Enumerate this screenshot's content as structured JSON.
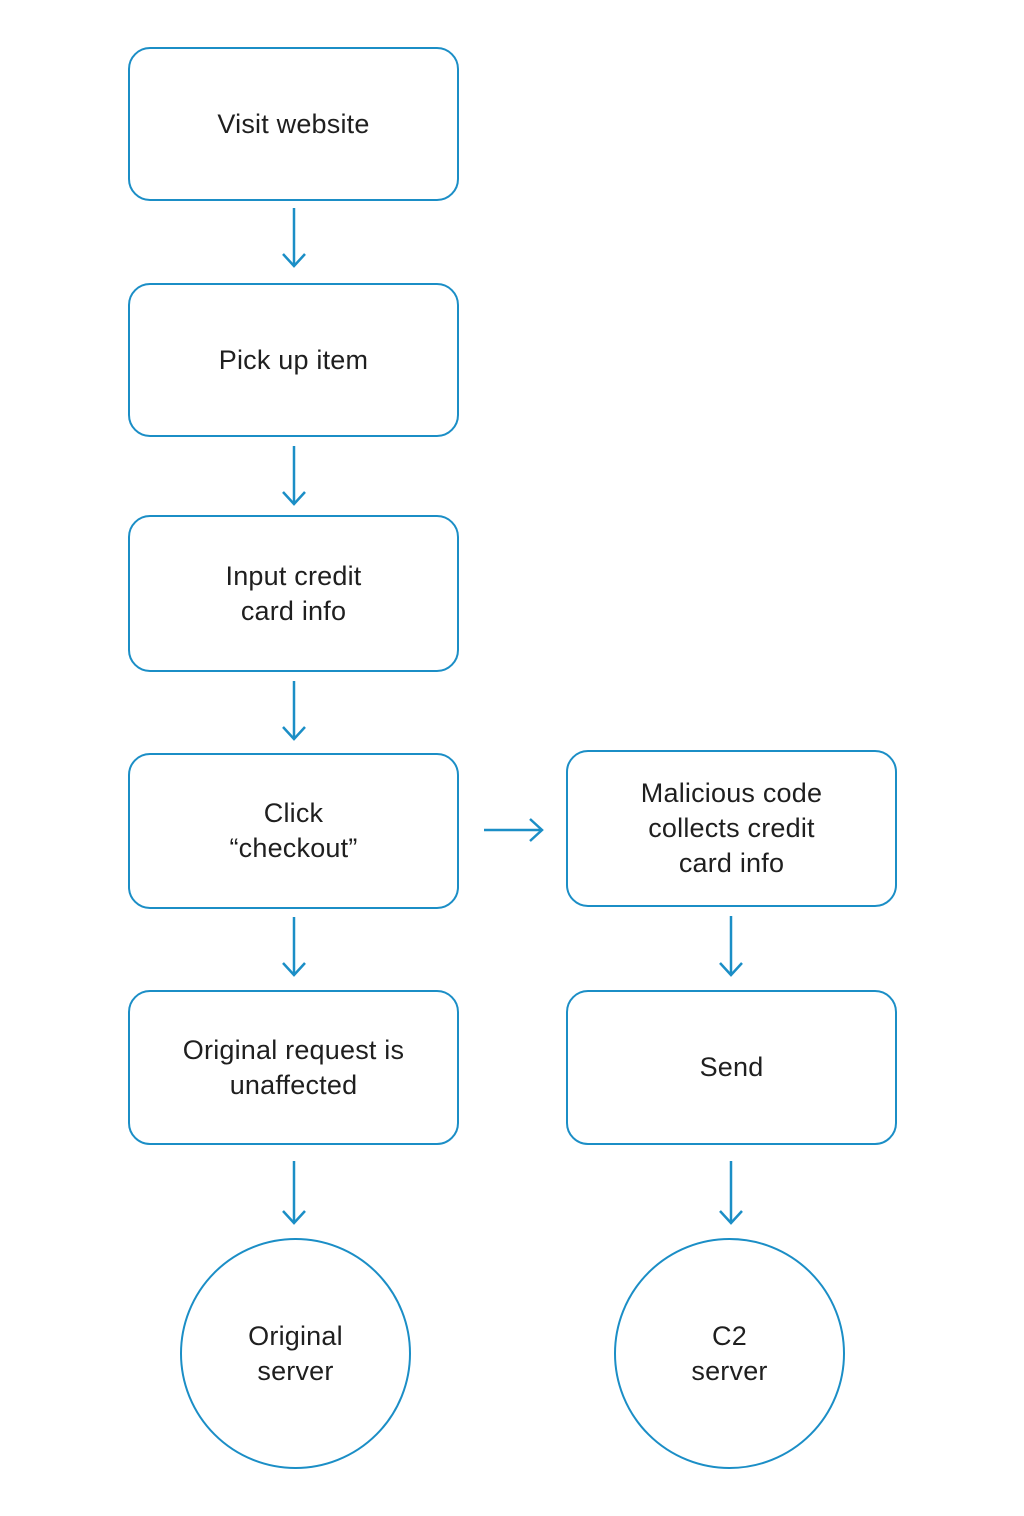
{
  "diagram": {
    "type": "flowchart",
    "accent_color": "#1b8ec6",
    "text_color": "#1f1f1f",
    "background_color": "#ffffff",
    "nodes": {
      "visit": {
        "label": "Visit website",
        "shape": "rounded-rect"
      },
      "pickup": {
        "label": "Pick up item",
        "shape": "rounded-rect"
      },
      "input_cc": {
        "label": "Input credit\ncard info",
        "shape": "rounded-rect"
      },
      "checkout": {
        "label": "Click\n“checkout”",
        "shape": "rounded-rect"
      },
      "malicious": {
        "label": "Malicious code\ncollects credit\ncard info",
        "shape": "rounded-rect"
      },
      "original_request": {
        "label": "Original request is\nunaffected",
        "shape": "rounded-rect"
      },
      "send": {
        "label": "Send",
        "shape": "rounded-rect"
      },
      "original_server": {
        "label": "Original\nserver",
        "shape": "circle"
      },
      "c2_server": {
        "label": "C2\nserver",
        "shape": "circle"
      }
    },
    "edges": [
      {
        "from": "visit",
        "to": "pickup",
        "direction": "down"
      },
      {
        "from": "pickup",
        "to": "input_cc",
        "direction": "down"
      },
      {
        "from": "input_cc",
        "to": "checkout",
        "direction": "down"
      },
      {
        "from": "checkout",
        "to": "malicious",
        "direction": "right"
      },
      {
        "from": "checkout",
        "to": "original_request",
        "direction": "down"
      },
      {
        "from": "malicious",
        "to": "send",
        "direction": "down"
      },
      {
        "from": "original_request",
        "to": "original_server",
        "direction": "down"
      },
      {
        "from": "send",
        "to": "c2_server",
        "direction": "down"
      }
    ]
  }
}
